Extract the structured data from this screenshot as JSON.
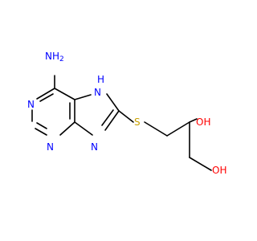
{
  "molecule": {
    "atoms": {
      "nh2": "NH",
      "nh2_sub": "2",
      "n1": "N",
      "n3": "N",
      "n7h": "H",
      "n7": "N",
      "n9": "N",
      "s": "S",
      "oh1": "OH",
      "oh2": "OH"
    },
    "colors": {
      "nitrogen": "#0000ff",
      "sulfur": "#c8a000",
      "oxygen": "#ff0000",
      "bond": "#000000"
    }
  }
}
